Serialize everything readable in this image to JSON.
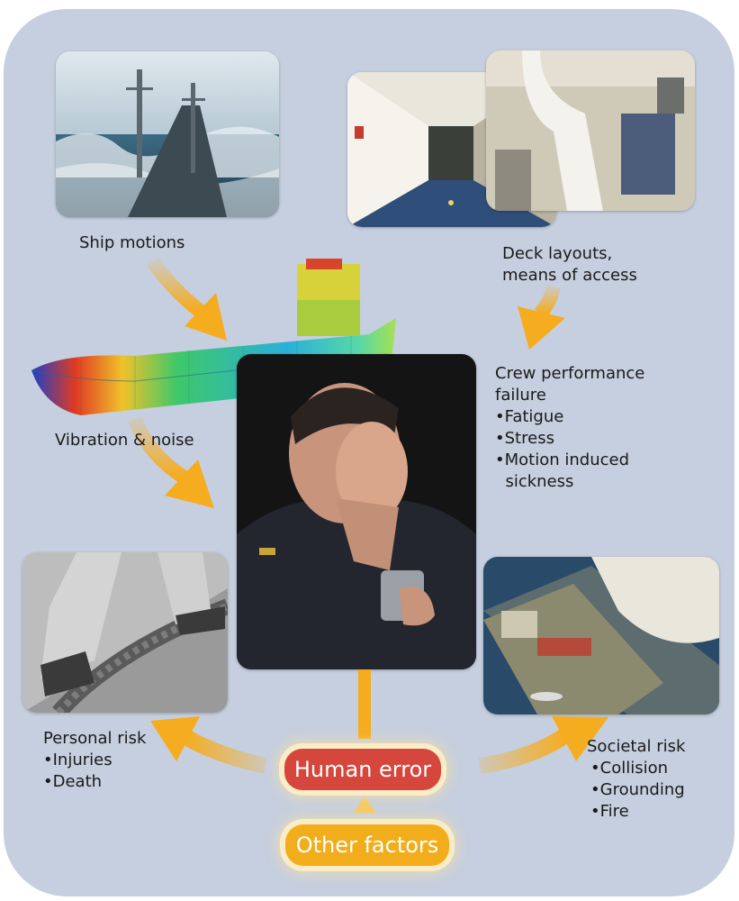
{
  "labels": {
    "ship_motions": "Ship motions",
    "deck_layouts": [
      "Deck layouts,",
      "means of access"
    ],
    "vibration_noise": "Vibration & noise",
    "crew_performance": {
      "title": [
        "Crew performance",
        "failure"
      ],
      "items": [
        "Fatigue",
        "Stress",
        "Motion induced"
      ],
      "item_continuation": "sickness"
    },
    "personal_risk": {
      "title": "Personal risk",
      "items": [
        "Injuries",
        "Death"
      ]
    },
    "societal_risk": {
      "title": "Societal risk",
      "items": [
        "Collision",
        "Grounding",
        "Fire"
      ]
    }
  },
  "badges": {
    "human_error": "Human error",
    "other_factors": "Other factors"
  },
  "colors": {
    "panel_background": "#c6cfdf",
    "arrow": "#f5ac1e",
    "human_error_badge": "#d5473c",
    "other_factors_badge": "#f2ad1c"
  }
}
